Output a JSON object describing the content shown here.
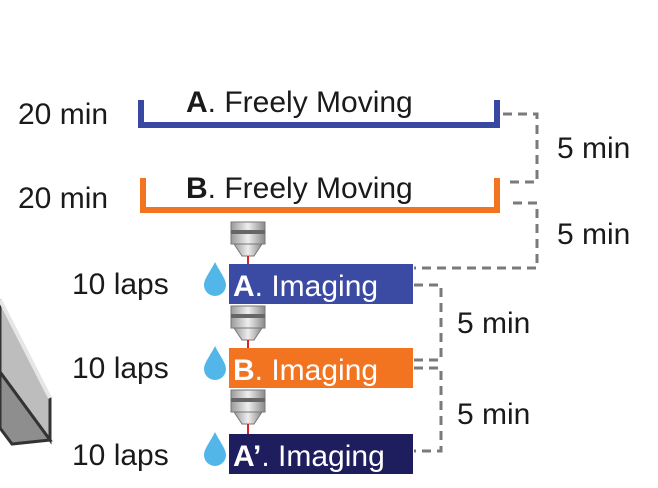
{
  "colors": {
    "arena_a": "#3848a2",
    "arena_b": "#f27420",
    "imaging_a": "#3b4aa3",
    "imaging_b": "#f27420",
    "imaging_a_prime": "#1e1d5e",
    "dashed": "#7a7a7a",
    "water": "#52b7e8"
  },
  "sessions": [
    {
      "duration": "20 min",
      "letter": "A",
      "rest": ". Freely Moving"
    },
    {
      "duration": "20 min",
      "letter": "B",
      "rest": ". Freely Moving"
    }
  ],
  "imaging": [
    {
      "laps": "10 laps",
      "letter": "A",
      "rest": ". Imaging"
    },
    {
      "laps": "10 laps",
      "letter": "B",
      "rest": ". Imaging"
    },
    {
      "laps": "10 laps",
      "letter": "A’",
      "rest": ". Imaging"
    }
  ],
  "intervals": [
    "5 min",
    "5 min",
    "5 min",
    "5 min"
  ],
  "icons": [
    "water-drop-icon",
    "microscope-objective-icon",
    "treadmill-icon"
  ]
}
